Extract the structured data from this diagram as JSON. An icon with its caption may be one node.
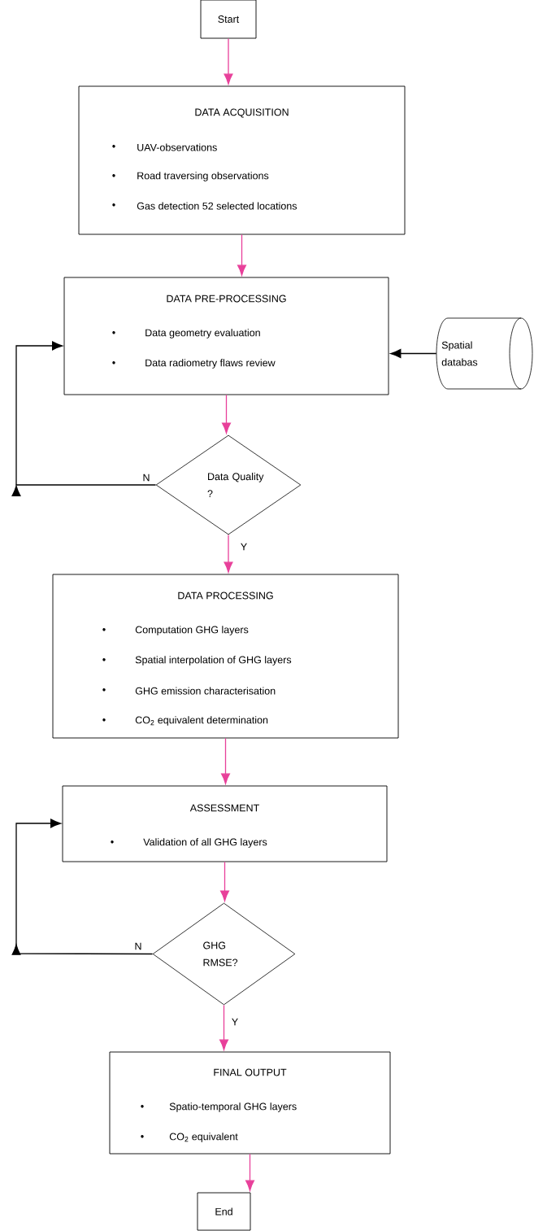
{
  "diagram": {
    "nodes": [
      {
        "text": [
          "Start"
        ]
      },
      {
        "text": [
          "DATA ACQUISITION",
          "•",
          "UAV-observations",
          "•",
          "Road traversing observations",
          "•",
          "Gas detection 52 selected locations"
        ]
      },
      {
        "text": [
          "DATA PRE-PROCESSING",
          "•",
          "Data geometry evaluation",
          "•",
          "Data radiometry flaws review"
        ]
      },
      {
        "text": [
          "Spatial databas"
        ]
      },
      {
        "text": [
          "Data Quality ?"
        ]
      },
      {
        "text": [
          "DATA PROCESSING",
          "•",
          "Computation GHG layers",
          "•",
          "Spatial interpolation of GHG layers",
          "•",
          "GHG emission characterisation",
          "•",
          "CO$_{2}$ equivalent determination"
        ]
      },
      {
        "text": [
          "ASSESSMENT",
          "•",
          "Validation of all GHG layers"
        ]
      },
      {
        "text": [
          "GHG RMSE?"
        ]
      },
      {
        "text": [
          "FINAL OUTPUT",
          "•",
          "Spatio-temporal GHG layers",
          "•",
          "CO$_{2}$ equivalent"
        ]
      },
      {
        "text": [
          "End"
        ]
      }
    ],
    "edges": [
      {
        "from": 0,
        "to": 1,
        "arrow": "to"
      },
      {
        "from": 1,
        "to": 2,
        "arrow": "to"
      },
      {
        "from": 3,
        "to": 2,
        "arrow": "to",
        "color": "#000000"
      },
      {
        "from": 2,
        "to": 4,
        "arrow": "to"
      },
      {
        "from": 4,
        "to": 2,
        "arrow": "to",
        "label": "N",
        "color": "#000000"
      },
      {
        "from": 4,
        "to": 5,
        "arrow": "to",
        "label": "Y"
      },
      {
        "from": 5,
        "to": 6,
        "arrow": "to"
      },
      {
        "from": 6,
        "to": 7,
        "arrow": "to"
      },
      {
        "from": 7,
        "to": 6,
        "arrow": "to",
        "label": "N",
        "color": "#000000"
      },
      {
        "from": 7,
        "to": 8,
        "arrow": "to",
        "label": "Y"
      },
      {
        "from": 8,
        "to": 9,
        "arrow": "to"
      }
    ]
  }
}
